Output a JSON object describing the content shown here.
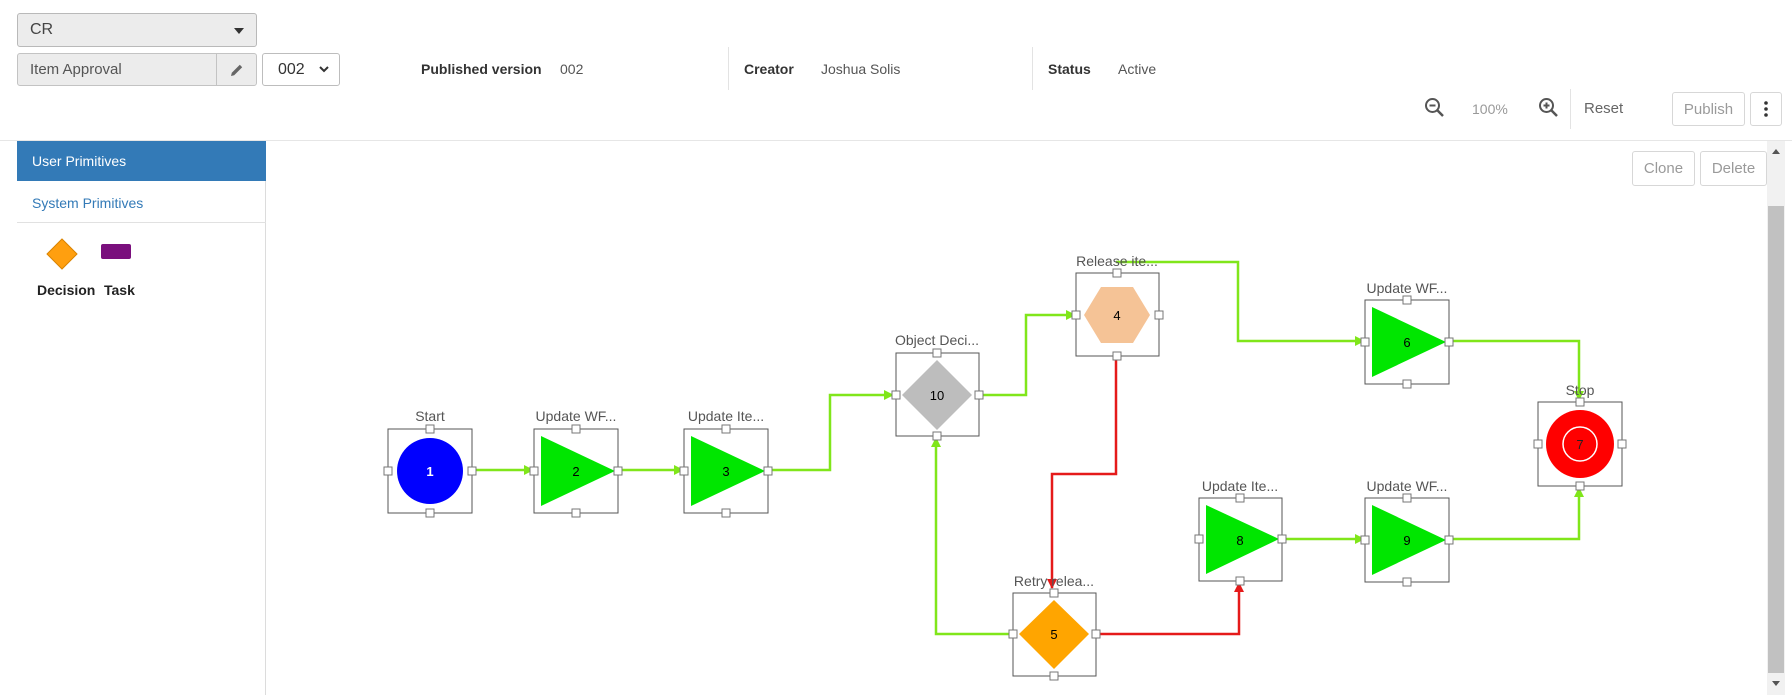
{
  "header": {
    "object_type": "CR",
    "workflow_name": "Item Approval",
    "version_selected": "002",
    "published_version_label": "Published version",
    "published_version_value": "002",
    "creator_label": "Creator",
    "creator_value": "Joshua Solis",
    "status_label": "Status",
    "status_value": "Active"
  },
  "toolbar": {
    "zoom_level": "100%",
    "reset_label": "Reset",
    "publish_label": "Publish",
    "zoom_out_icon": "zoom-out-icon",
    "zoom_in_icon": "zoom-in-icon",
    "more_icon": "more-vertical-icon"
  },
  "sidebar": {
    "tabs": [
      {
        "label": "User Primitives",
        "active": true
      },
      {
        "label": "System Primitives",
        "active": false
      }
    ],
    "primitives": [
      {
        "label": "Decision",
        "shape": "diamond",
        "color": "#ff9f0f"
      },
      {
        "label": "Task",
        "shape": "rectangle",
        "color": "#7a0f7d"
      }
    ]
  },
  "canvas": {
    "clone_label": "Clone",
    "delete_label": "Delete",
    "nodes": [
      {
        "id": "1",
        "label": "Start",
        "shape": "circle",
        "color": "#0000ff"
      },
      {
        "id": "2",
        "label": "Update WF...",
        "shape": "triangle",
        "color": "#00e600"
      },
      {
        "id": "3",
        "label": "Update Ite...",
        "shape": "triangle",
        "color": "#00e600"
      },
      {
        "id": "10",
        "label": "Object Deci...",
        "shape": "diamond",
        "color": "#bdbdbd"
      },
      {
        "id": "4",
        "label": "Release ite...",
        "shape": "hexagon",
        "color": "#f5c396"
      },
      {
        "id": "6",
        "label": "Update WF...",
        "shape": "triangle",
        "color": "#00e600"
      },
      {
        "id": "7",
        "label": "Stop",
        "shape": "stop",
        "color": "#ff0000"
      },
      {
        "id": "8",
        "label": "Update Ite...",
        "shape": "triangle",
        "color": "#00e600"
      },
      {
        "id": "9",
        "label": "Update WF...",
        "shape": "triangle",
        "color": "#00e600"
      },
      {
        "id": "5",
        "label": "Retry relea...",
        "shape": "diamond",
        "color": "#ffa500"
      }
    ],
    "edge_colors": {
      "success": "#80e61a",
      "failure": "#e51a1a"
    }
  }
}
